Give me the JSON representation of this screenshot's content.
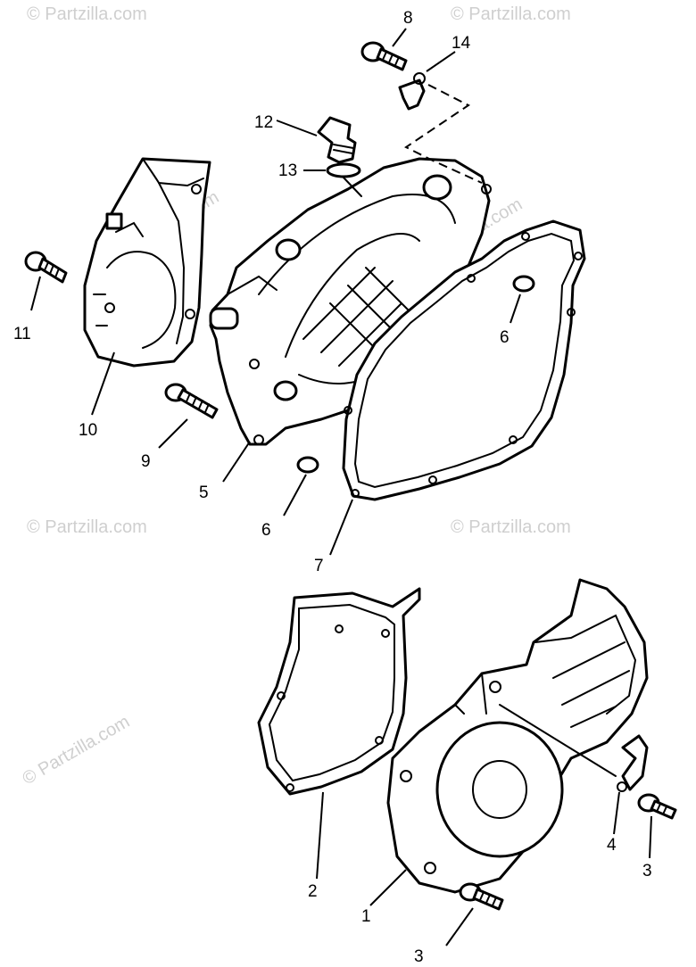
{
  "watermark": {
    "text": "© Partzilla.com",
    "color": "#cfcfcf"
  },
  "callouts": {
    "c1": "1",
    "c2": "2",
    "c3a": "3",
    "c3b": "3",
    "c4": "4",
    "c5": "5",
    "c6a": "6",
    "c6b": "6",
    "c7": "7",
    "c8": "8",
    "c9": "9",
    "c10": "10",
    "c11": "11",
    "c12": "12",
    "c13": "13",
    "c14": "14"
  }
}
